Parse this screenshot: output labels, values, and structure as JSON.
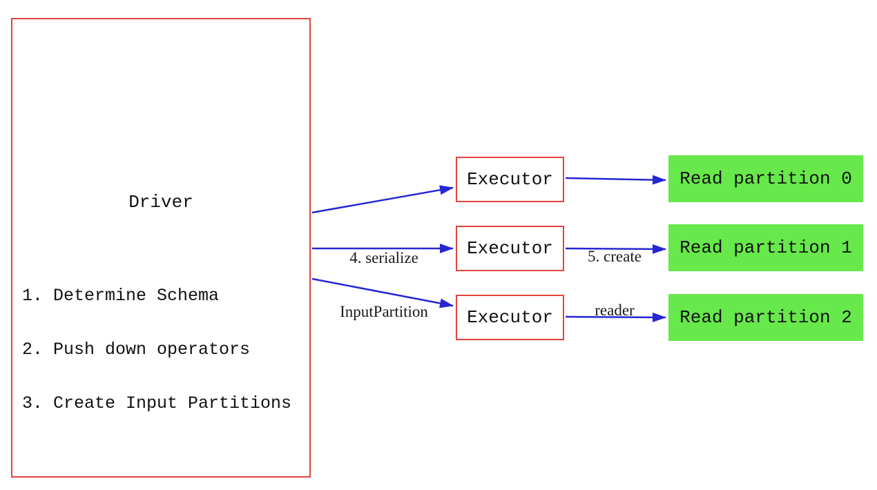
{
  "diagram": {
    "colors": {
      "background": "#ffffff",
      "box_border_red": "#e2453b",
      "arrow_blue": "#2626d2",
      "partition_green": "#67e84b",
      "text_black": "#111111"
    },
    "driver": {
      "title": "Driver",
      "steps": [
        "1. Determine Schema",
        "2. Push down operators",
        "3. Create Input Partitions"
      ]
    },
    "executors": [
      {
        "label": "Executor"
      },
      {
        "label": "Executor"
      },
      {
        "label": "Executor"
      }
    ],
    "partitions": [
      {
        "label": "Read partition 0"
      },
      {
        "label": "Read partition 1"
      },
      {
        "label": "Read partition 2"
      }
    ],
    "edge_labels": {
      "serialize": {
        "line1": "4. serialize",
        "line2": "InputPartition"
      },
      "create_reader": {
        "line1": "5. create",
        "line2": "reader"
      }
    }
  }
}
